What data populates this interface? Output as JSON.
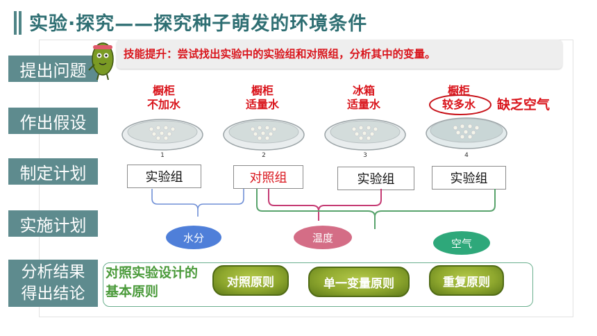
{
  "title": "实验·探究——探究种子萌发的环境条件",
  "steps": [
    "提出问题",
    "作出假设",
    "制定计划",
    "实施计划",
    "分析结果\n得出结论"
  ],
  "banner": "技能提升：尝试找出实验中的实验组和对照组，分析其中的变量。",
  "dishes": [
    {
      "number": "1",
      "place": "橱柜",
      "condition": "不加水",
      "group": "实验组"
    },
    {
      "number": "2",
      "place": "橱柜",
      "condition": "适量水",
      "group": "对照组"
    },
    {
      "number": "3",
      "place": "冰箱",
      "condition": "适量水",
      "group": "实验组"
    },
    {
      "number": "4",
      "place": "橱柜",
      "condition": "较多水",
      "group": "实验组",
      "note": "缺乏空气"
    }
  ],
  "variables": [
    "水分",
    "温度",
    "空气"
  ],
  "principles": {
    "intro": "对照实验设计的\n基本原则",
    "items": [
      "对照原则",
      "单一变量原则",
      "重复原则"
    ]
  },
  "colors": {
    "accent_red": "#d9141b",
    "teal": "#5e8b8e",
    "water_blue": "#4f7fd9",
    "temp_pink": "#d46d86",
    "air_green": "#2ea87a",
    "bracket_green": "#58a36c",
    "bracket_pink": "#c53a73"
  }
}
